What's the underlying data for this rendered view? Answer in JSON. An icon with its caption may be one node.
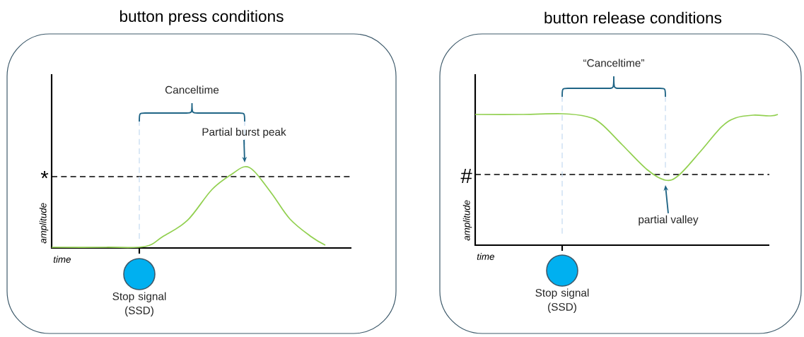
{
  "diagram": {
    "nodes": [
      {
        "text": [
          "button press conditions"
        ]
      },
      {
        "text": [],
        "shape": "circle",
        "beside": [
          "Stop signal (SSD)"
        ],
        "in": 0
      },
      {
        "text": [
          "Partial burst peak"
        ],
        "in": 0
      },
      {
        "text": [
          "button release conditions"
        ]
      },
      {
        "text": [],
        "shape": "circle",
        "beside": [
          "Stop signal (SSD)"
        ],
        "in": 3
      },
      {
        "text": [
          "partial valley"
        ],
        "in": 3
      }
    ],
    "edges": [
      {
        "from": 2,
        "to": null,
        "arrow": "to"
      },
      {
        "from": 5,
        "to": null,
        "arrow": "to"
      }
    ],
    "labels": [
      "Canceltime",
      "*",
      "amplitude",
      "time",
      "“Canceltime”",
      "#",
      "amplitude",
      "time"
    ]
  }
}
